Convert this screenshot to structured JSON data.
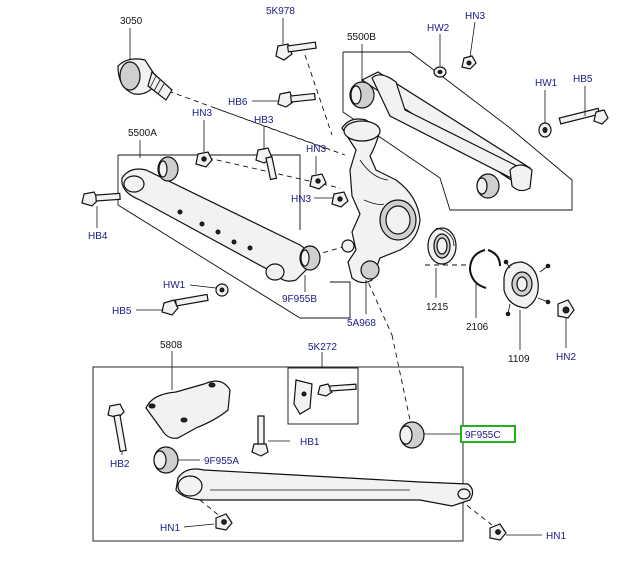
{
  "labels": {
    "l3050": "3050",
    "l5K978": "5K978",
    "l5500B": "5500B",
    "lHW2": "HW2",
    "lHN3_top": "HN3",
    "lHW1_top": "HW1",
    "lHB5_top": "HB5",
    "lHB6": "HB6",
    "lHN3_left": "HN3",
    "lHB3": "HB3",
    "l5500A": "5500A",
    "lHN3_mid": "HN3",
    "lHN3_mid2": "HN3",
    "lHB4": "HB4",
    "lHW1_left": "HW1",
    "lHB5_left": "HB5",
    "l9F955B": "9F955B",
    "l5A968": "5A968",
    "l1215": "1215",
    "l2106": "2106",
    "l1109": "1109",
    "lHN2": "HN2",
    "l5808": "5808",
    "l5K272": "5K272",
    "lHB2": "HB2",
    "l9F955A": "9F955A",
    "lHB1": "HB1",
    "l9F955C": "9F955C",
    "lHN1_left": "HN1",
    "lHN1_right": "HN1"
  },
  "highlight": {
    "part": "9F955C",
    "color": "#1fb31f"
  }
}
